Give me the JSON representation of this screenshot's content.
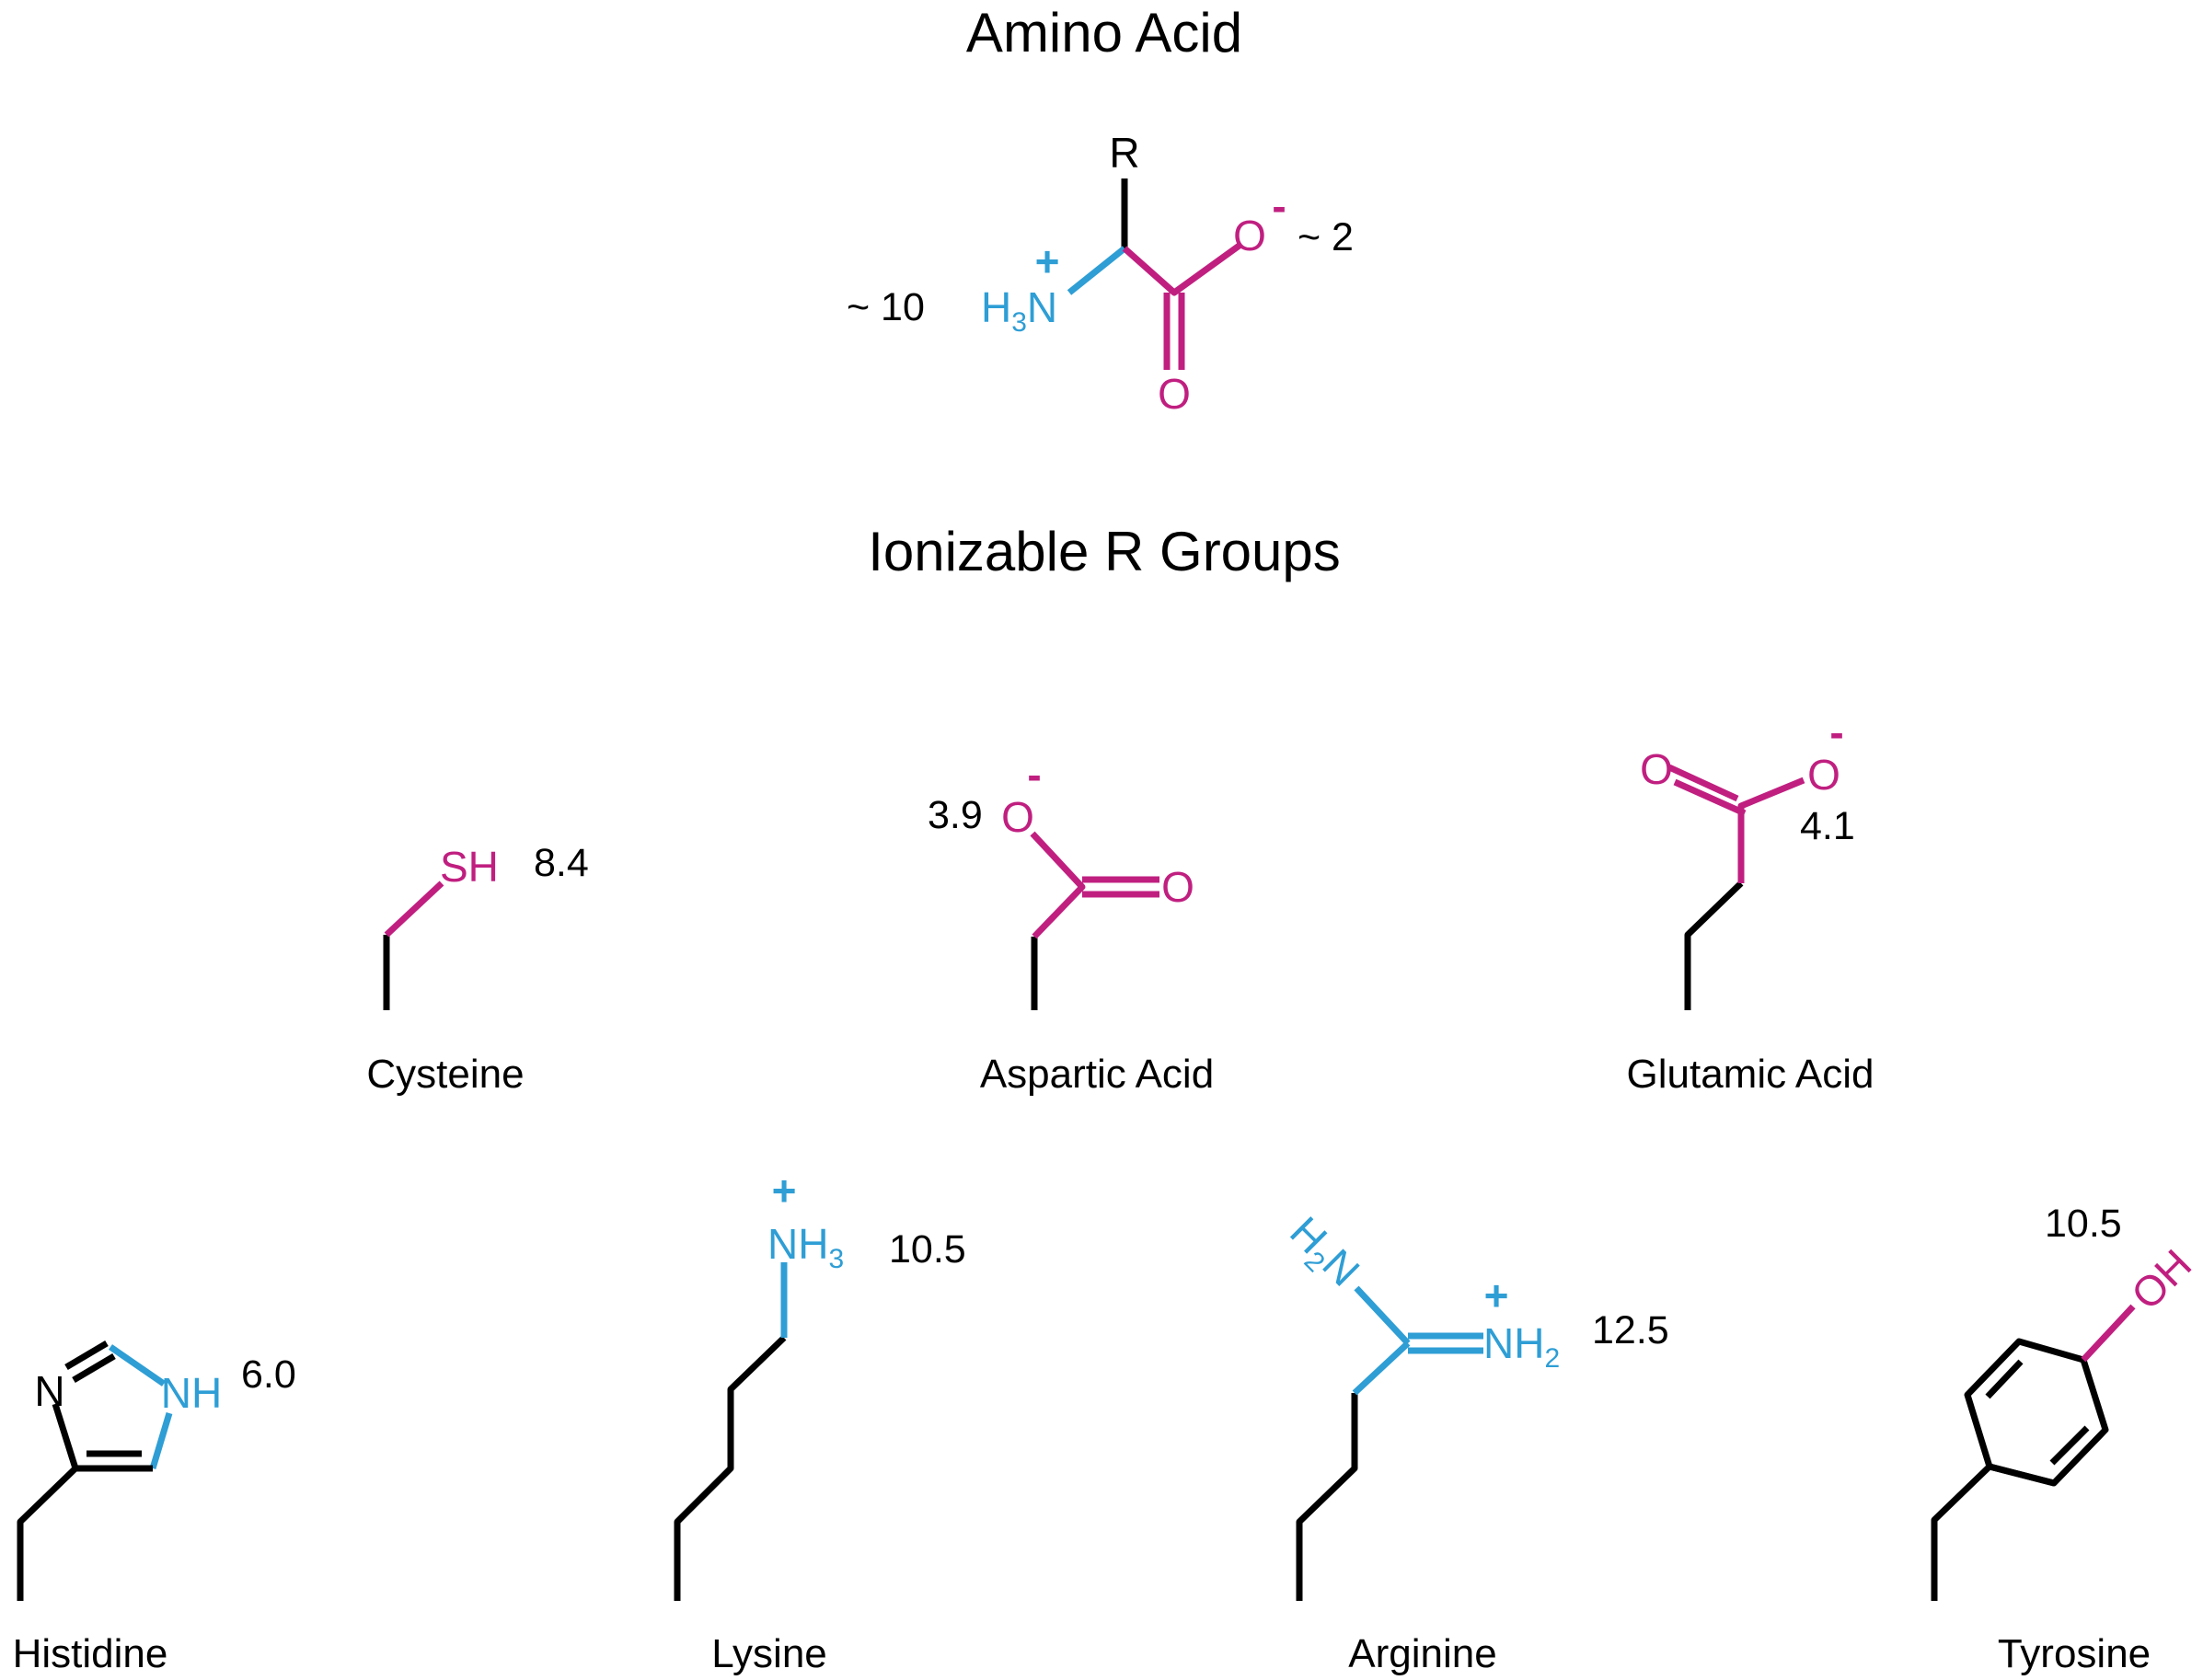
{
  "colors": {
    "carbon_bond": "#000000",
    "basic_group": "#2e9ed5",
    "acidic_group": "#c01f80"
  },
  "headings": {
    "amino_acid": "Amino Acid",
    "r_groups": "Ionizable R Groups"
  },
  "backbone": {
    "r_label": "R",
    "amine_h": "H",
    "amine_sub": "3",
    "amine_n": "N",
    "amine_charge": "+",
    "carboxyl_o_top": "O",
    "carboxyl_charge": "-",
    "carboxyl_o_bottom": "O",
    "amine_pka": "~ 10",
    "carboxyl_pka": "~ 2"
  },
  "residues": {
    "cysteine": {
      "name": "Cysteine",
      "pka": "8.4",
      "group": "SH"
    },
    "aspartic_acid": {
      "name": "Aspartic Acid",
      "pka": "3.9",
      "o_single": "O",
      "o_double": "O",
      "charge": "-"
    },
    "glutamic_acid": {
      "name": "Glutamic Acid",
      "pka": "4.1",
      "o_single": "O",
      "o_double": "O",
      "charge": "-"
    },
    "histidine": {
      "name": "Histidine",
      "pka": "6.0",
      "n_ring": "N",
      "nh_ring": "NH"
    },
    "lysine": {
      "name": "Lysine",
      "pka": "10.5",
      "group": "NH",
      "group_sub": "3",
      "charge": "+"
    },
    "arginine": {
      "name": "Arginine",
      "pka": "12.5",
      "h2n_h": "H",
      "h2n_sub": "2",
      "h2n_n": "N",
      "nh2_n": "NH",
      "nh2_sub": "2",
      "charge": "+"
    },
    "tyrosine": {
      "name": "Tyrosine",
      "pka": "10.5",
      "group": "OH"
    }
  }
}
